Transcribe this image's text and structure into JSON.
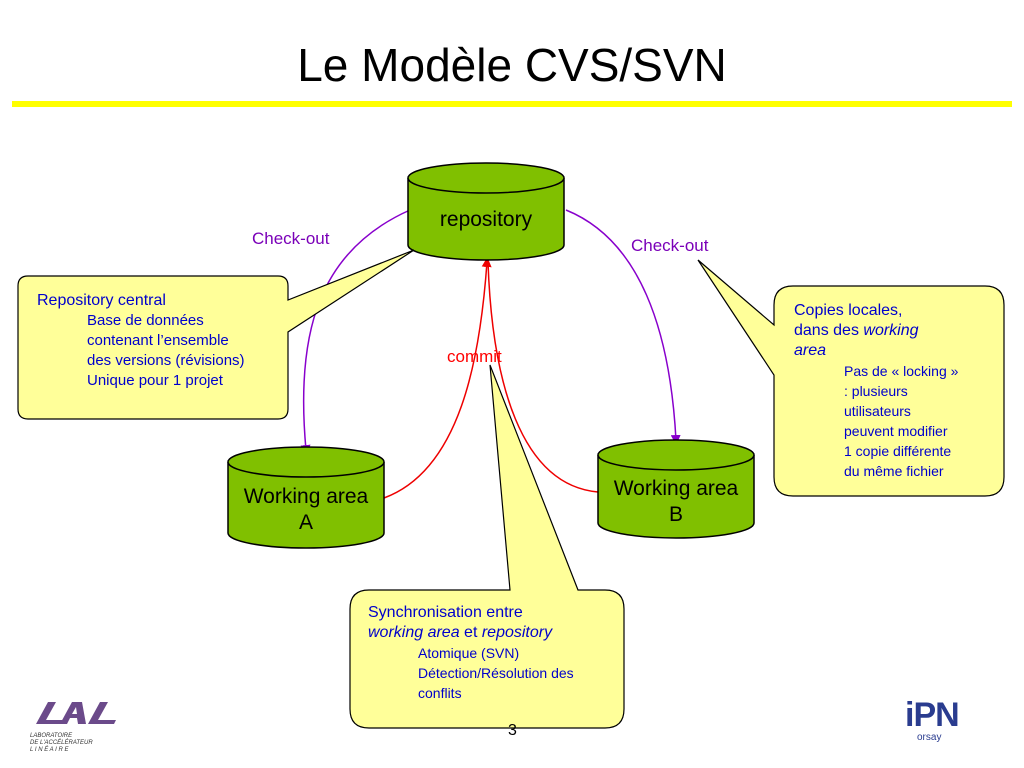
{
  "slide": {
    "title": "Le Modèle CVS/SVN",
    "page_number": "3"
  },
  "diagram": {
    "repository_label": "repository",
    "working_area_a": [
      "Working area",
      "A"
    ],
    "working_area_b": [
      "Working area",
      "B"
    ],
    "checkout_left": "Check-out",
    "checkout_right": "Check-out",
    "commit": "commit"
  },
  "callouts": {
    "repository_central": {
      "heading": "Repository central",
      "lines": [
        "Base de données",
        "contenant l’ensemble",
        "des versions (révisions)",
        "Unique pour 1 projet"
      ]
    },
    "copies_locales": {
      "heading_line1": "Copies locales,",
      "heading_line2_prefix": "dans des ",
      "heading_line2_em": "working",
      "heading_line3_em": "area",
      "lines": [
        "Pas de « locking »",
        ": plusieurs",
        "utilisateurs",
        "peuvent modifier",
        "1 copie différente",
        "du même fichier"
      ]
    },
    "synchronisation": {
      "heading": "Synchronisation entre",
      "line2_em1": "working area",
      "line2_mid": " et ",
      "line2_em2": "repository",
      "lines": [
        "Atomique (SVN)",
        "Détection/Résolution des",
        "conflits"
      ]
    }
  },
  "logos": {
    "lal_text": [
      "LABORATOIRE",
      "DE L'ACCÉLÉRATEUR",
      "L I N É A I R E"
    ],
    "ipn_text": "iPN",
    "ipn_sub": "orsay"
  },
  "colors": {
    "cylinder_fill": "#80c000",
    "callout_fill": "#ffff99",
    "checkout_arrow": "#8800cc",
    "commit_arrow": "#ee0000",
    "title_rule": "#ffff00"
  }
}
